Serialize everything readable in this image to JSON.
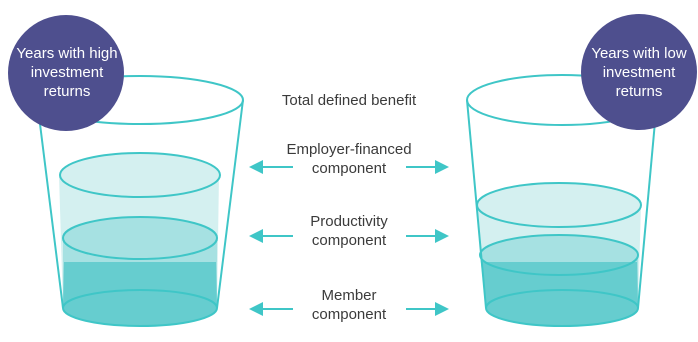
{
  "colors": {
    "outline": "#3fc6c7",
    "glass_bg": "#ffffff",
    "layer_light": "#d4f0f0",
    "layer_mid": "#a6e1e2",
    "layer_dark": "#66cdcf",
    "arrow": "#3fc6c7",
    "bubble": "#4e4f8e",
    "bubble_text": "#ffffff",
    "label_text": "#3b3b3b"
  },
  "bubbles": {
    "left": {
      "line1": "Years with high",
      "line2": "investment",
      "line3": "returns"
    },
    "right": {
      "line1": "Years with low",
      "line2": "investment",
      "line3": "returns"
    }
  },
  "labels": {
    "total": "Total defined benefit",
    "employer": {
      "line1": "Employer-financed",
      "line2": "component"
    },
    "productivity": {
      "line1": "Productivity",
      "line2": "component"
    },
    "member": {
      "line1": "Member",
      "line2": "component"
    }
  }
}
